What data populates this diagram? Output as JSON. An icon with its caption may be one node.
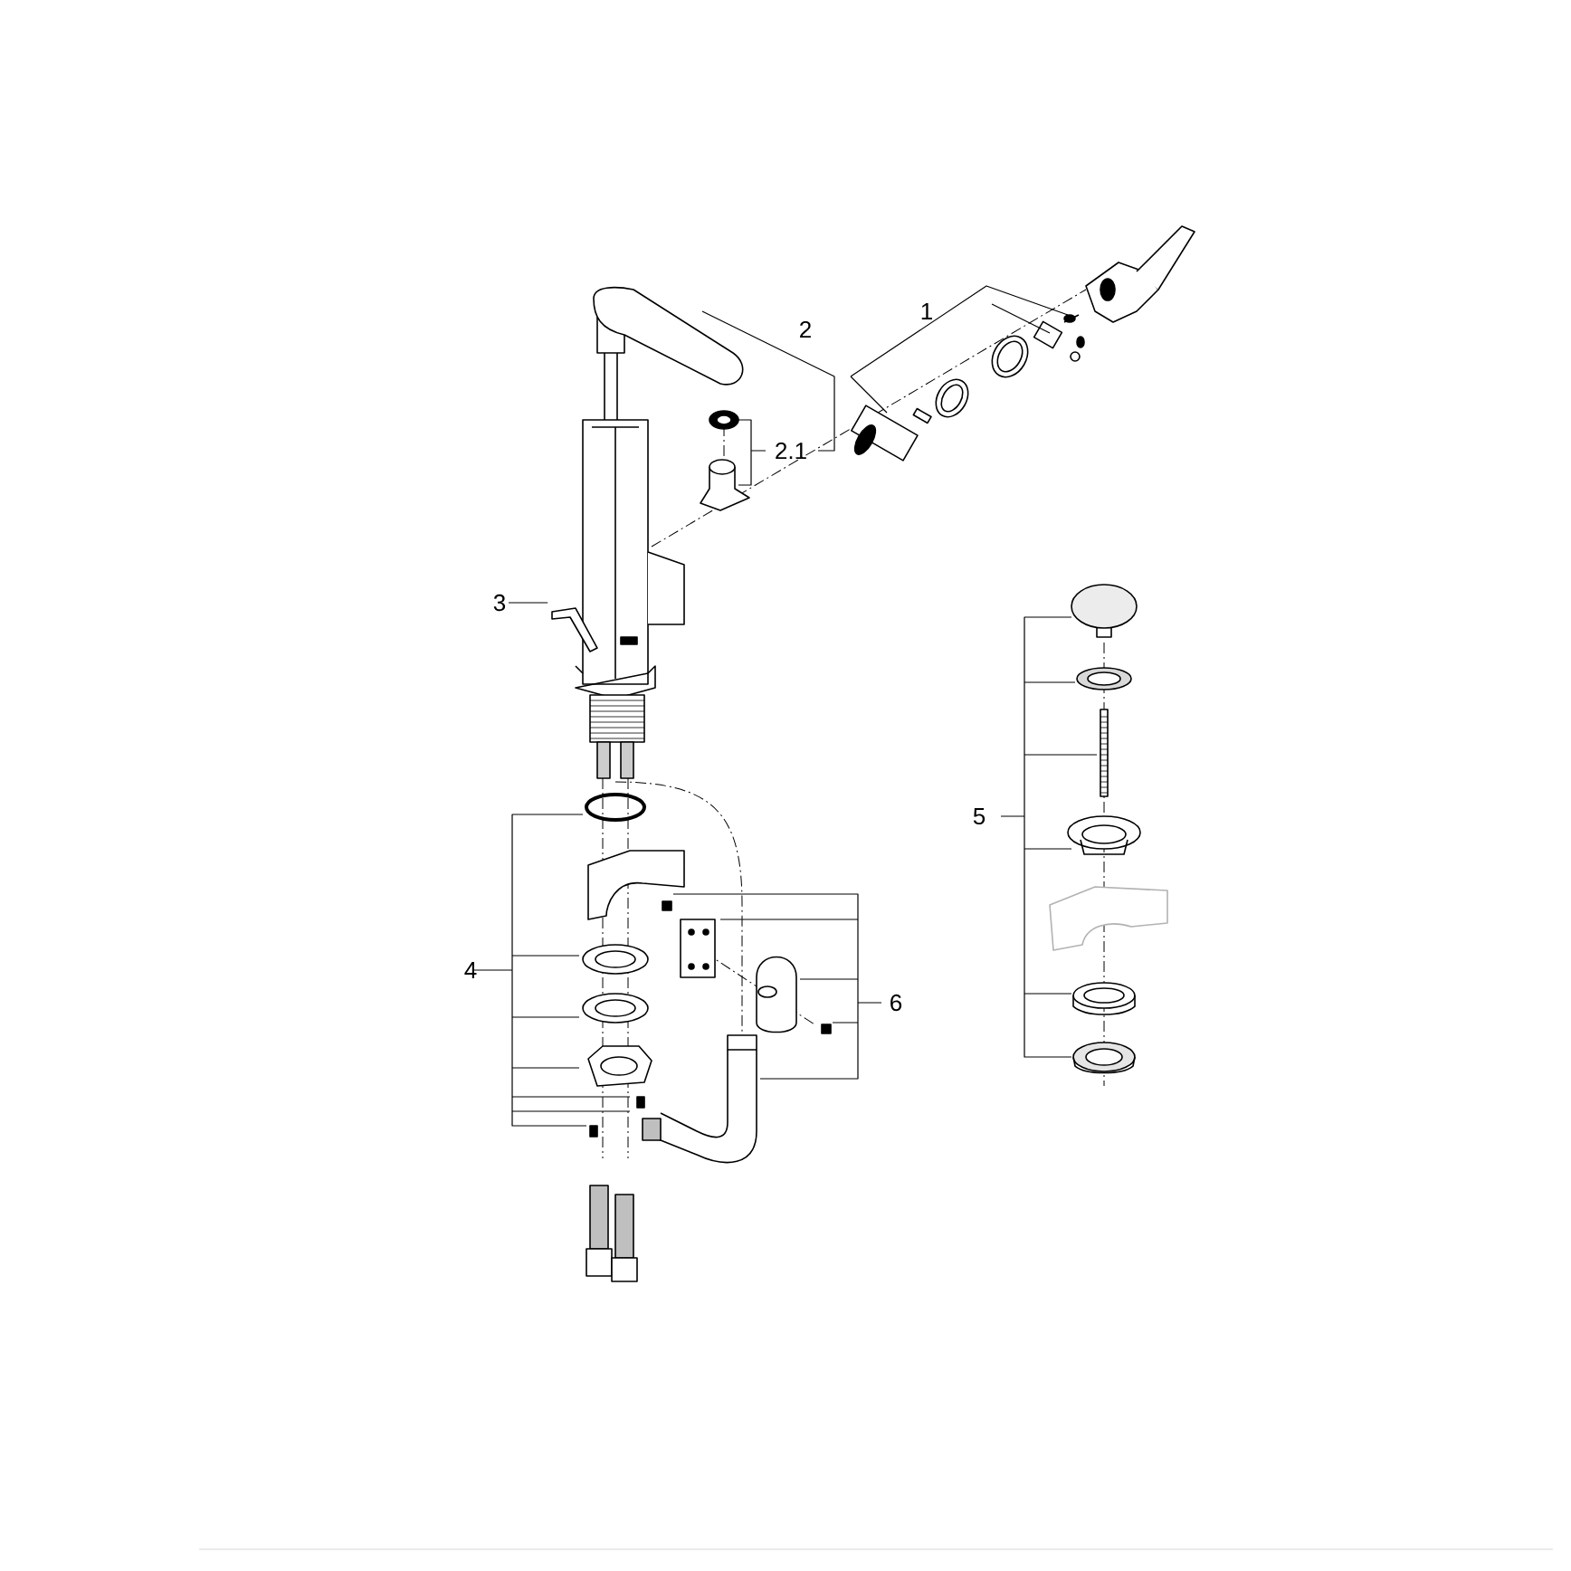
{
  "diagram": {
    "nodes": [
      {
        "text": [
          "3"
        ]
      },
      {
        "text": [],
        "shape": "picture"
      }
    ],
    "edges": [
      {
        "from": 0,
        "to": 1,
        "arrow": "none"
      }
    ],
    "labels": [
      "1",
      "2",
      "2.1",
      "5",
      "4",
      "6"
    ]
  }
}
